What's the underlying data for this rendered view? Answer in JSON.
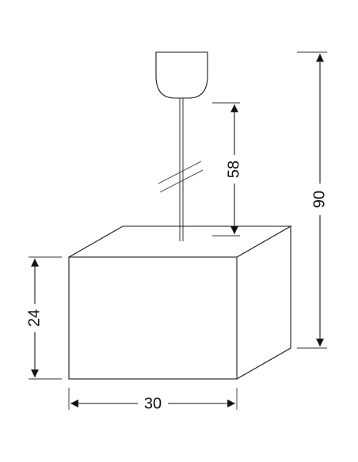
{
  "dimensions": {
    "total_height": "90",
    "cable_length": "58",
    "shade_height": "24",
    "shade_width": "30"
  },
  "colors": {
    "line": "#1a1a1a",
    "background": "#ffffff"
  }
}
